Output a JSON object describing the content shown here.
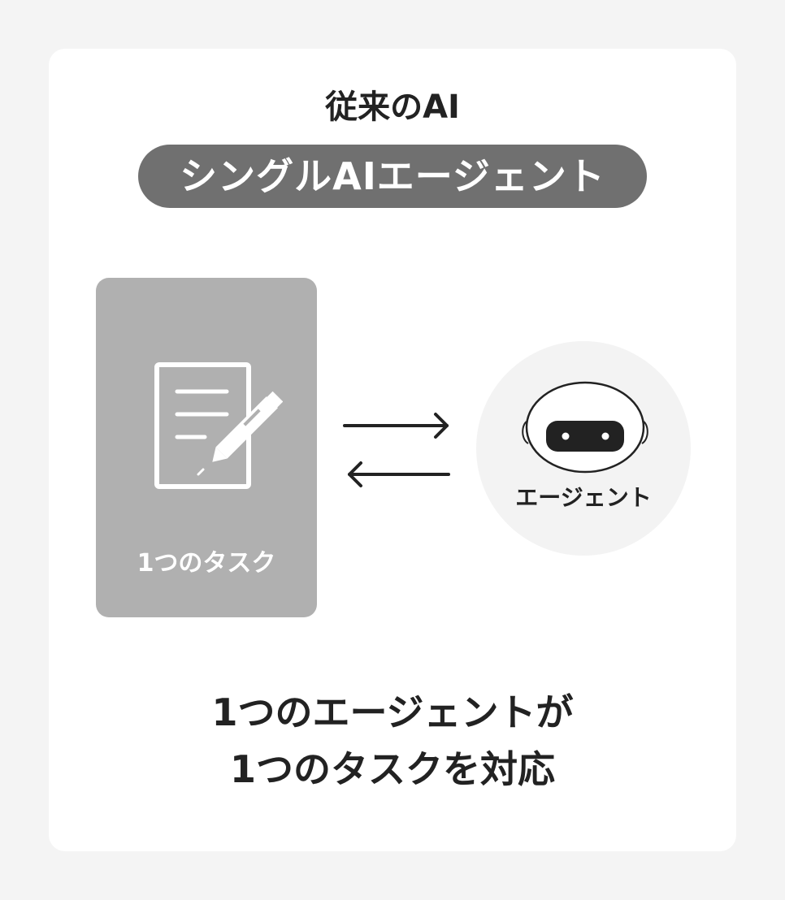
{
  "heading": "従来のAI",
  "pill_label": "シングルAIエージェント",
  "task": {
    "label": "1つのタスク",
    "icon": "document-pen-icon"
  },
  "arrows": {
    "forward": "arrow-right-icon",
    "back": "arrow-left-icon"
  },
  "agent": {
    "label": "エージェント",
    "icon": "robot-head-icon"
  },
  "summary": {
    "line1": "1つのエージェントが",
    "line2": "1つのタスクを対応"
  },
  "colors": {
    "background": "#f4f4f4",
    "card": "#ffffff",
    "pill": "#707070",
    "task_card": "#b0b0b0",
    "agent_circle": "#f3f3f3",
    "text_dark": "#222222",
    "robot_visor": "#222222"
  }
}
